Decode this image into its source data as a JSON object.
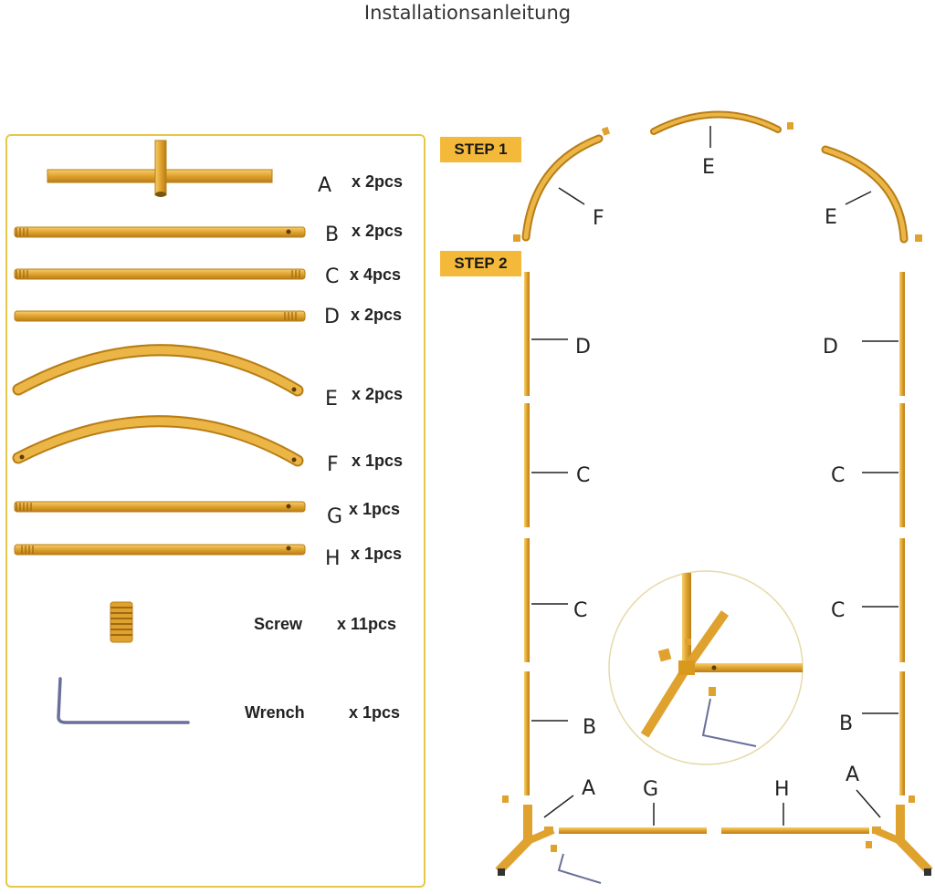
{
  "title": "Installationsanleitung",
  "steps": {
    "step1": "STEP 1",
    "step2": "STEP 2"
  },
  "parts": [
    {
      "letter": "A",
      "qty": "x 2pcs"
    },
    {
      "letter": "B",
      "qty": "x 2pcs"
    },
    {
      "letter": "C",
      "qty": "x 4pcs"
    },
    {
      "letter": "D",
      "qty": "x 2pcs"
    },
    {
      "letter": "E",
      "qty": "x 2pcs"
    },
    {
      "letter": "F",
      "qty": "x 1pcs"
    },
    {
      "letter": "G",
      "qty": "x 1pcs"
    },
    {
      "letter": "H",
      "qty": "x 1pcs"
    }
  ],
  "hardware": [
    {
      "name": "Screw",
      "qty": "x 11pcs"
    },
    {
      "name": "Wrench",
      "qty": "x 1pcs"
    }
  ],
  "diagram_labels": {
    "top_arc": "E",
    "left_arc": "F",
    "right_arc": "E",
    "left_d": "D",
    "right_d": "D",
    "left_c1": "C",
    "right_c1": "C",
    "left_c2": "C",
    "right_c2": "C",
    "left_b": "B",
    "right_b": "B",
    "left_a": "A",
    "right_a": "A",
    "bar_g": "G",
    "bar_h": "H"
  },
  "colors": {
    "gold": "#e0a22e",
    "gold_dark": "#b87d16",
    "frame": "#e5c84a",
    "badge": "#f4b93a",
    "wrench": "#6a6f9a"
  }
}
